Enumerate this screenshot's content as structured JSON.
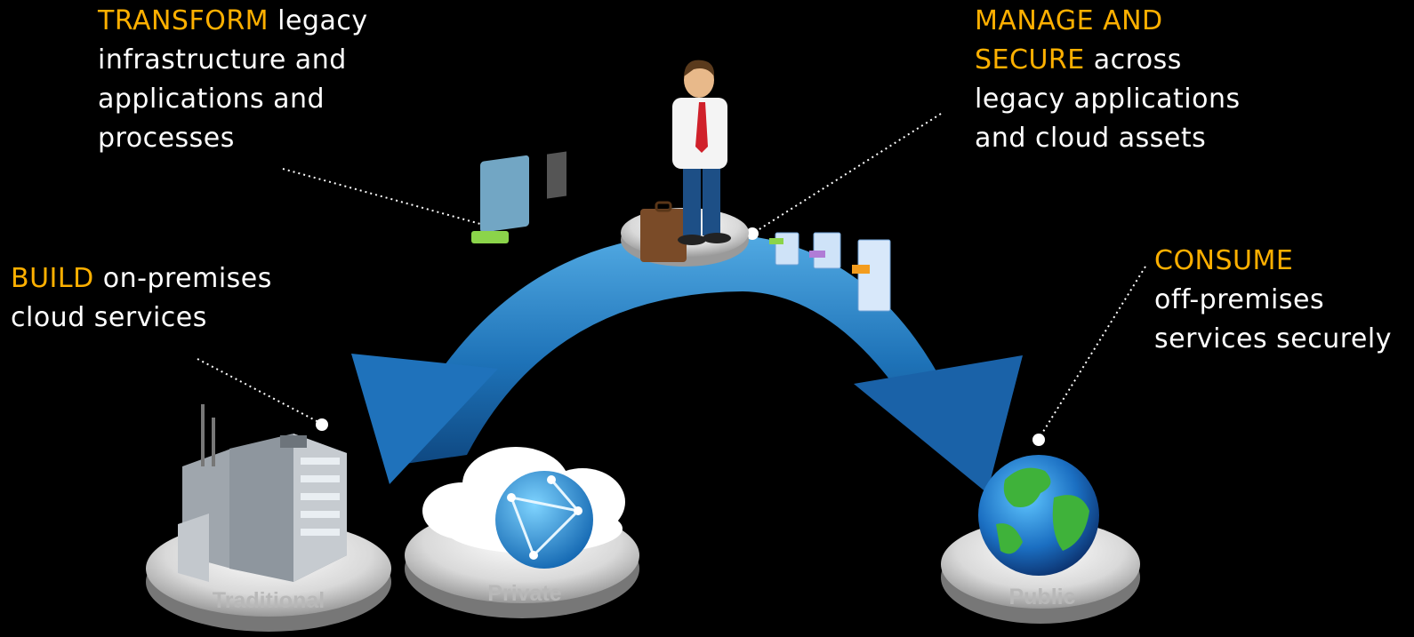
{
  "callouts": {
    "transform": {
      "highlight": "TRANSFORM",
      "text": "legacy infrastructure and applications and processes"
    },
    "manage": {
      "highlight": "MANAGE AND SECURE",
      "text": "across legacy applications and cloud assets"
    },
    "build": {
      "highlight": "BUILD",
      "text": "on-premises cloud services"
    },
    "consume": {
      "highlight": "CONSUME",
      "text": "off-premises services securely"
    }
  },
  "platforms": {
    "traditional": "Traditional",
    "private": "Private",
    "public": "Public"
  },
  "colors": {
    "highlight": "#ffb000",
    "text": "#ffffff",
    "arrow": "#1a6fb5",
    "background": "#000000"
  }
}
